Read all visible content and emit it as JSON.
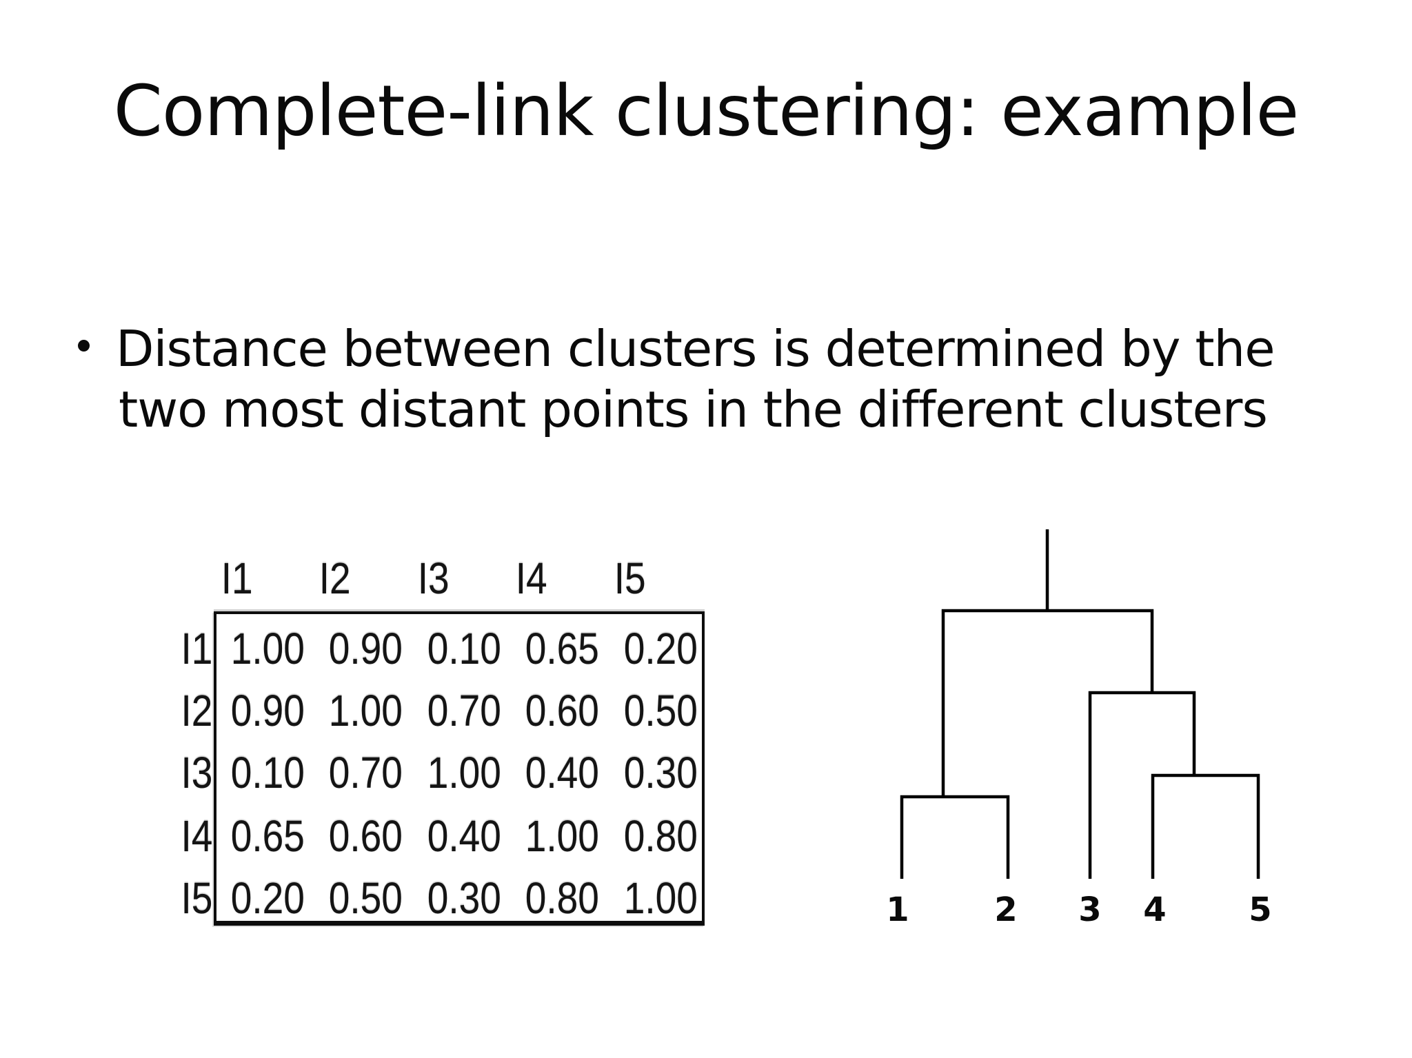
{
  "slide": {
    "title": "Complete-link clustering: example",
    "bullet": {
      "marker": "•",
      "line1": "Distance between clusters is determined by the",
      "line2": "two most distant points in the different clusters"
    }
  },
  "matrix": {
    "col_headers": [
      "I1",
      "I2",
      "I3",
      "I4",
      "I5"
    ],
    "rows": [
      {
        "label": "I1",
        "values": [
          "1.00",
          "0.90",
          "0.10",
          "0.65",
          "0.20"
        ]
      },
      {
        "label": "I2",
        "values": [
          "0.90",
          "1.00",
          "0.70",
          "0.60",
          "0.50"
        ]
      },
      {
        "label": "I3",
        "values": [
          "0.10",
          "0.70",
          "1.00",
          "0.40",
          "0.30"
        ]
      },
      {
        "label": "I4",
        "values": [
          "0.65",
          "0.60",
          "0.40",
          "1.00",
          "0.80"
        ]
      },
      {
        "label": "I5",
        "values": [
          "0.20",
          "0.50",
          "0.30",
          "0.80",
          "1.00"
        ]
      }
    ]
  },
  "dendrogram": {
    "leaves": [
      "1",
      "2",
      "3",
      "4",
      "5"
    ],
    "merges": [
      [
        "1",
        "2"
      ],
      [
        "4",
        "5"
      ],
      [
        "3",
        "4+5"
      ],
      [
        "1+2",
        "3+4+5"
      ]
    ]
  },
  "colors": {
    "background": "#ffffff",
    "text": "#0a0a0a",
    "line": "#000000"
  }
}
